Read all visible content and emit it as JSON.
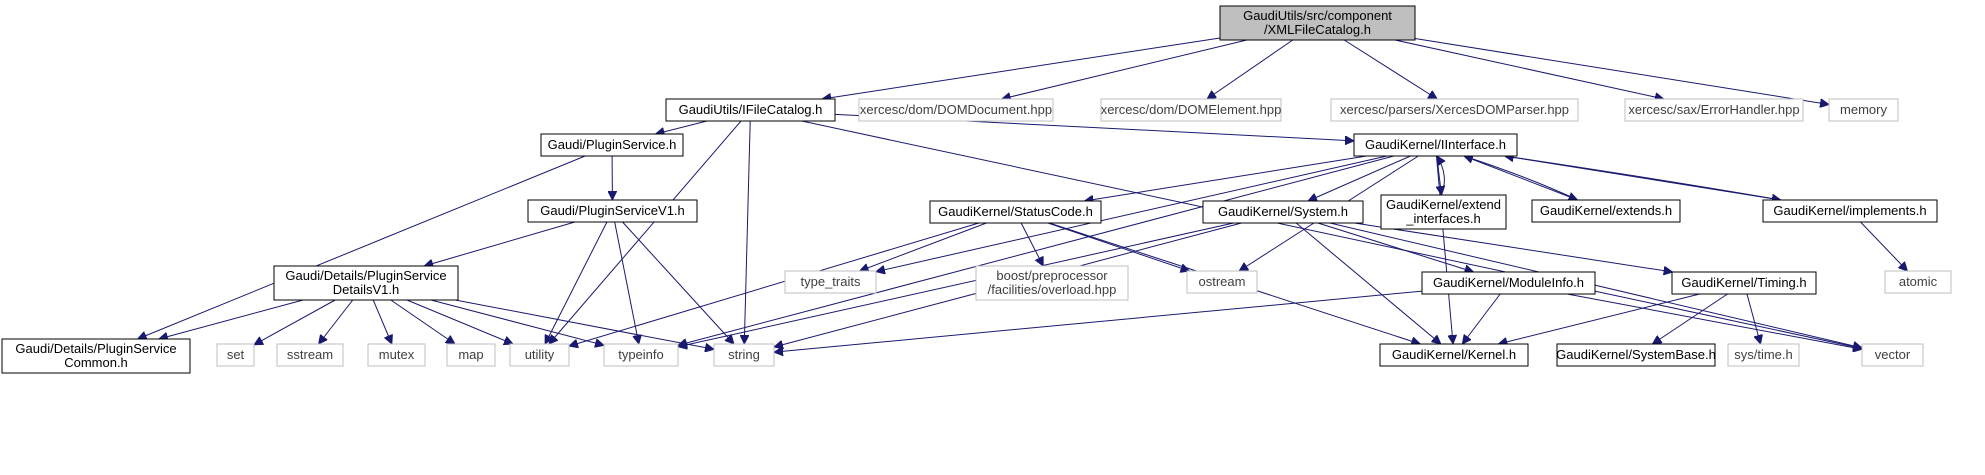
{
  "diagram": {
    "type": "include-dependency-graph",
    "colors": {
      "edge": "#191970",
      "primary_fill": "#bfbfbf",
      "node_border": "#000000",
      "external_border": "#bfbfbf",
      "external_text": "#3f3f3f"
    },
    "nodes": [
      {
        "id": "root",
        "kind": "primary",
        "lines": [
          "GaudiUtils/src/component",
          "/XMLFileCatalog.h"
        ]
      },
      {
        "id": "ifilecatalog",
        "kind": "normal",
        "lines": [
          "GaudiUtils/IFileCatalog.h"
        ]
      },
      {
        "id": "domdocument",
        "kind": "external",
        "lines": [
          "xercesc/dom/DOMDocument.hpp"
        ]
      },
      {
        "id": "domelement",
        "kind": "external",
        "lines": [
          "xercesc/dom/DOMElement.hpp"
        ]
      },
      {
        "id": "xercesdomparser",
        "kind": "external",
        "lines": [
          "xercesc/parsers/XercesDOMParser.hpp"
        ]
      },
      {
        "id": "errorhandler",
        "kind": "external",
        "lines": [
          "xercesc/sax/ErrorHandler.hpp"
        ]
      },
      {
        "id": "memory",
        "kind": "external",
        "lines": [
          "memory"
        ]
      },
      {
        "id": "pluginservice",
        "kind": "normal",
        "lines": [
          "Gaudi/PluginService.h"
        ]
      },
      {
        "id": "iinterface",
        "kind": "normal",
        "lines": [
          "GaudiKernel/IInterface.h"
        ]
      },
      {
        "id": "pluginservicev1",
        "kind": "normal",
        "lines": [
          "Gaudi/PluginServiceV1.h"
        ]
      },
      {
        "id": "statuscode",
        "kind": "normal",
        "lines": [
          "GaudiKernel/StatusCode.h"
        ]
      },
      {
        "id": "system",
        "kind": "normal",
        "lines": [
          "GaudiKernel/System.h"
        ]
      },
      {
        "id": "extend_interfaces",
        "kind": "normal",
        "lines": [
          "GaudiKernel/extend",
          "_interfaces.h"
        ]
      },
      {
        "id": "extends",
        "kind": "normal",
        "lines": [
          "GaudiKernel/extends.h"
        ]
      },
      {
        "id": "implements",
        "kind": "normal",
        "lines": [
          "GaudiKernel/implements.h"
        ]
      },
      {
        "id": "detailsv1",
        "kind": "normal",
        "lines": [
          "Gaudi/Details/PluginService",
          "DetailsV1.h"
        ]
      },
      {
        "id": "type_traits",
        "kind": "external",
        "lines": [
          "type_traits"
        ]
      },
      {
        "id": "overload",
        "kind": "external",
        "lines": [
          "boost/preprocessor",
          "/facilities/overload.hpp"
        ]
      },
      {
        "id": "ostream",
        "kind": "external",
        "lines": [
          "ostream"
        ]
      },
      {
        "id": "moduleinfo",
        "kind": "normal",
        "lines": [
          "GaudiKernel/ModuleInfo.h"
        ]
      },
      {
        "id": "timing",
        "kind": "normal",
        "lines": [
          "GaudiKernel/Timing.h"
        ]
      },
      {
        "id": "atomic",
        "kind": "external",
        "lines": [
          "atomic"
        ]
      },
      {
        "id": "common",
        "kind": "normal",
        "lines": [
          "Gaudi/Details/PluginService",
          "Common.h"
        ]
      },
      {
        "id": "set",
        "kind": "external",
        "lines": [
          "set"
        ]
      },
      {
        "id": "sstream",
        "kind": "external",
        "lines": [
          "sstream"
        ]
      },
      {
        "id": "mutex",
        "kind": "external",
        "lines": [
          "mutex"
        ]
      },
      {
        "id": "map",
        "kind": "external",
        "lines": [
          "map"
        ]
      },
      {
        "id": "utility",
        "kind": "external",
        "lines": [
          "utility"
        ]
      },
      {
        "id": "typeinfo",
        "kind": "external",
        "lines": [
          "typeinfo"
        ]
      },
      {
        "id": "string",
        "kind": "external",
        "lines": [
          "string"
        ]
      },
      {
        "id": "kernel",
        "kind": "normal",
        "lines": [
          "GaudiKernel/Kernel.h"
        ]
      },
      {
        "id": "systembase",
        "kind": "normal",
        "lines": [
          "GaudiKernel/SystemBase.h"
        ]
      },
      {
        "id": "systime",
        "kind": "external",
        "lines": [
          "sys/time.h"
        ]
      },
      {
        "id": "vector",
        "kind": "external",
        "lines": [
          "vector"
        ]
      }
    ],
    "edges": [
      [
        "root",
        "ifilecatalog"
      ],
      [
        "root",
        "domdocument"
      ],
      [
        "root",
        "domelement"
      ],
      [
        "root",
        "xercesdomparser"
      ],
      [
        "root",
        "errorhandler"
      ],
      [
        "root",
        "memory"
      ],
      [
        "ifilecatalog",
        "pluginservice"
      ],
      [
        "ifilecatalog",
        "iinterface"
      ],
      [
        "ifilecatalog",
        "utility"
      ],
      [
        "ifilecatalog",
        "string"
      ],
      [
        "ifilecatalog",
        "vector"
      ],
      [
        "pluginservice",
        "pluginservicev1"
      ],
      [
        "pluginservice",
        "common"
      ],
      [
        "pluginservicev1",
        "detailsv1"
      ],
      [
        "pluginservicev1",
        "utility"
      ],
      [
        "pluginservicev1",
        "typeinfo"
      ],
      [
        "pluginservicev1",
        "string"
      ],
      [
        "detailsv1",
        "common"
      ],
      [
        "detailsv1",
        "set"
      ],
      [
        "detailsv1",
        "sstream"
      ],
      [
        "detailsv1",
        "mutex"
      ],
      [
        "detailsv1",
        "map"
      ],
      [
        "detailsv1",
        "utility"
      ],
      [
        "detailsv1",
        "typeinfo"
      ],
      [
        "detailsv1",
        "string"
      ],
      [
        "iinterface",
        "statuscode"
      ],
      [
        "iinterface",
        "system"
      ],
      [
        "iinterface",
        "extend_interfaces"
      ],
      [
        "iinterface",
        "extends"
      ],
      [
        "iinterface",
        "implements"
      ],
      [
        "iinterface",
        "type_traits"
      ],
      [
        "iinterface",
        "ostream"
      ],
      [
        "iinterface",
        "typeinfo"
      ],
      [
        "iinterface",
        "kernel"
      ],
      [
        "extend_interfaces",
        "iinterface"
      ],
      [
        "extends",
        "iinterface"
      ],
      [
        "implements",
        "iinterface"
      ],
      [
        "implements",
        "atomic"
      ],
      [
        "statuscode",
        "type_traits"
      ],
      [
        "statuscode",
        "overload"
      ],
      [
        "statuscode",
        "ostream"
      ],
      [
        "statuscode",
        "utility"
      ],
      [
        "statuscode",
        "kernel"
      ],
      [
        "system",
        "moduleinfo"
      ],
      [
        "system",
        "timing"
      ],
      [
        "system",
        "kernel"
      ],
      [
        "system",
        "typeinfo"
      ],
      [
        "system",
        "string"
      ],
      [
        "system",
        "vector"
      ],
      [
        "moduleinfo",
        "kernel"
      ],
      [
        "moduleinfo",
        "string"
      ],
      [
        "moduleinfo",
        "vector"
      ],
      [
        "timing",
        "kernel"
      ],
      [
        "timing",
        "systembase"
      ],
      [
        "timing",
        "systime"
      ]
    ]
  }
}
